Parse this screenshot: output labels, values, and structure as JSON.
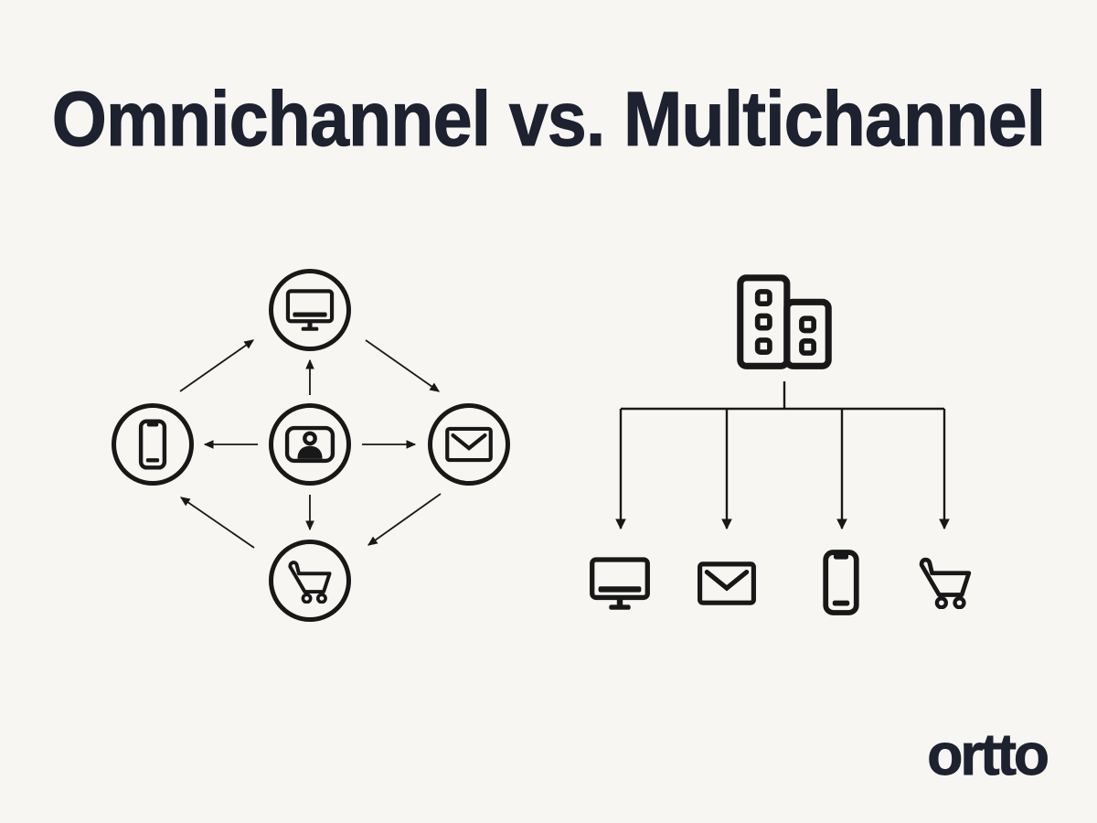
{
  "title": "Omnichannel vs. Multichannel",
  "colors": {
    "background": "#f8f6f2",
    "ink": "#181818",
    "heading": "#1d2130"
  },
  "omnichannel": {
    "center_node": {
      "icon": "customer-card-icon",
      "position": "center"
    },
    "nodes": [
      {
        "icon": "desktop-icon",
        "position": "top"
      },
      {
        "icon": "mobile-phone-icon",
        "position": "left"
      },
      {
        "icon": "email-icon",
        "position": "right"
      },
      {
        "icon": "shopping-cart-icon",
        "position": "bottom"
      }
    ],
    "arrows": [
      {
        "from": "customer",
        "to": "desktop"
      },
      {
        "from": "customer",
        "to": "mobile"
      },
      {
        "from": "customer",
        "to": "email"
      },
      {
        "from": "customer",
        "to": "cart"
      },
      {
        "from": "mobile",
        "to": "desktop"
      },
      {
        "from": "desktop",
        "to": "email"
      },
      {
        "from": "email",
        "to": "cart"
      },
      {
        "from": "cart",
        "to": "mobile"
      }
    ]
  },
  "multichannel": {
    "root_icon": "business-building-icon",
    "channels": [
      {
        "icon": "desktop-icon"
      },
      {
        "icon": "email-icon"
      },
      {
        "icon": "mobile-phone-icon"
      },
      {
        "icon": "shopping-cart-icon"
      }
    ]
  },
  "logo": {
    "text": "ortto"
  }
}
